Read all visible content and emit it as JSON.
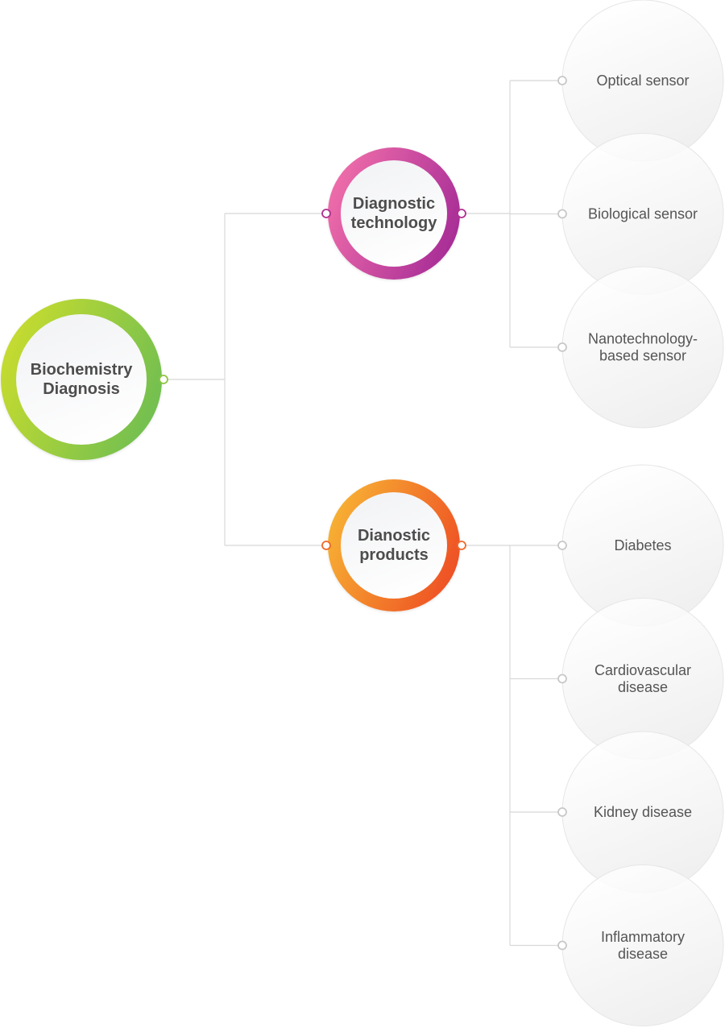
{
  "diagram": {
    "root": {
      "lines": [
        "Biochemistry",
        "Diagnosis"
      ],
      "gradient": [
        "#c8dc2e",
        "#6fbe52"
      ],
      "dot_color": "#8cc63f"
    },
    "branches": [
      {
        "id": "technology",
        "lines": [
          "Diagnostic",
          "technology"
        ],
        "gradient": [
          "#f06eaa",
          "#a52b96"
        ],
        "dot_color": "#b0308f",
        "leaves": [
          {
            "lines": [
              "Optical sensor"
            ]
          },
          {
            "lines": [
              "Biological sensor"
            ]
          },
          {
            "lines": [
              "Nanotechnology-",
              "based sensor"
            ]
          }
        ]
      },
      {
        "id": "products",
        "lines": [
          "Dianostic",
          "products"
        ],
        "gradient": [
          "#f7b233",
          "#ee4e24"
        ],
        "dot_color": "#ee6a28",
        "leaves": [
          {
            "lines": [
              "Diabetes"
            ]
          },
          {
            "lines": [
              "Cardiovascular",
              "disease"
            ]
          },
          {
            "lines": [
              "Kidney disease"
            ]
          },
          {
            "lines": [
              "Inflammatory",
              "disease"
            ]
          }
        ]
      }
    ],
    "colors": {
      "connector": "#d8d8d8",
      "leaf_dot": "#c8c8c8",
      "leaf_fill_top": "#ffffff",
      "leaf_fill_bottom": "#ececec",
      "inner_fill_top": "#f2f3f5",
      "inner_fill_bottom": "#ffffff"
    }
  }
}
